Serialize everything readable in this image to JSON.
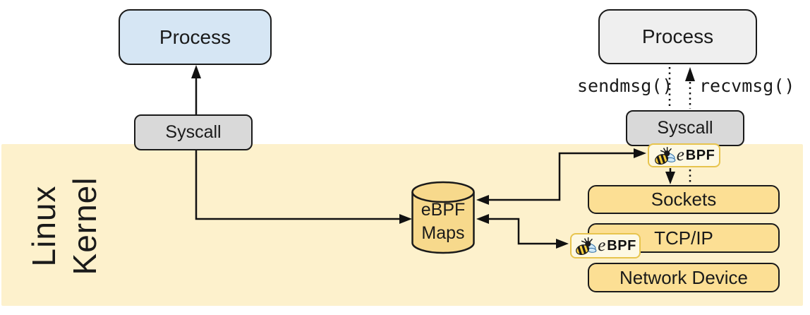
{
  "user_space": {
    "left_process": "Process",
    "right_process": "Process",
    "sendmsg_label": "sendmsg()",
    "recvmsg_label": "recvmsg()"
  },
  "kernel": {
    "label_line1": "Linux",
    "label_line2": "Kernel",
    "left_syscall": "Syscall",
    "right_syscall": "Syscall",
    "maps_line1": "eBPF",
    "maps_line2": "Maps",
    "sockets": "Sockets",
    "tcpip": "TCP/IP",
    "network_device": "Network Device"
  },
  "ebpf_logo": {
    "e": "e",
    "bpf": "BPF"
  },
  "colors": {
    "kernel_band": "#fdf1cc",
    "process_blue": "#d6e6f4",
    "process_gray": "#efefef",
    "syscall_gray": "#d9d9d9",
    "gold_box": "#fcdf94",
    "maps_cylinder": "#f7d98c",
    "logo_background": "#fdf8e3",
    "logo_border": "#e7c44e",
    "line": "#111111"
  }
}
